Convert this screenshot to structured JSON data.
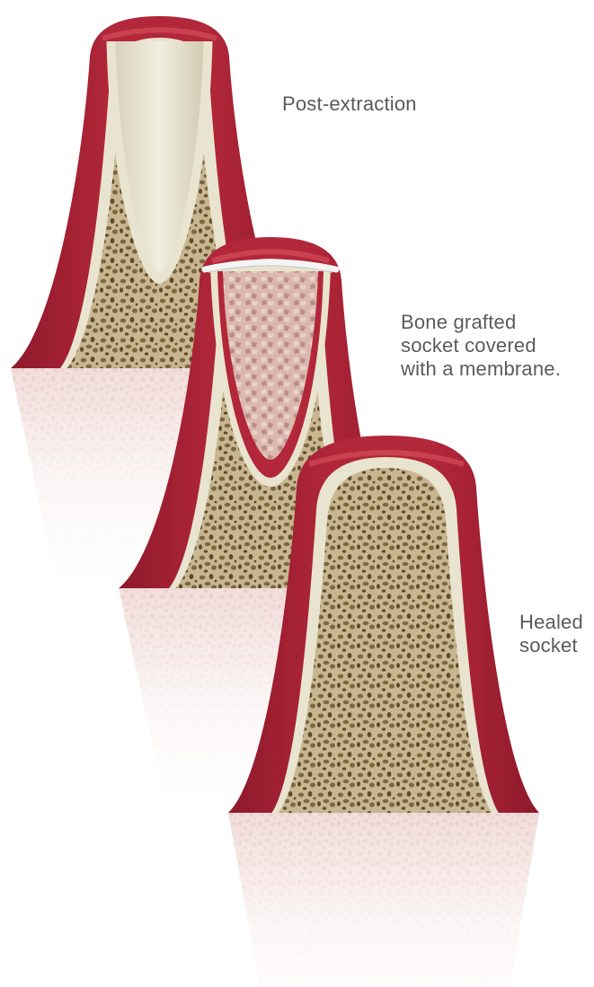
{
  "stages": [
    {
      "id": "post-extraction",
      "caption": "Post-extraction"
    },
    {
      "id": "bone-grafted",
      "caption": "Bone grafted\nsocket covered\nwith a membrane."
    },
    {
      "id": "healed",
      "caption": "Healed\nsocket"
    }
  ],
  "colors": {
    "gum": "#b3273a",
    "gum_light": "#d9535f",
    "gum_dark": "#8e1a2b",
    "bone_rim": "#e9e4cf",
    "bone_base": "#c8b690",
    "bone_pore": "#7d6743",
    "bone_pore_dark": "#5e4a2c",
    "root_socket": "#e9e6d4",
    "graft": "#dcb7ae",
    "graft_dark": "#b58f86",
    "membrane": "#f4f4f4"
  }
}
